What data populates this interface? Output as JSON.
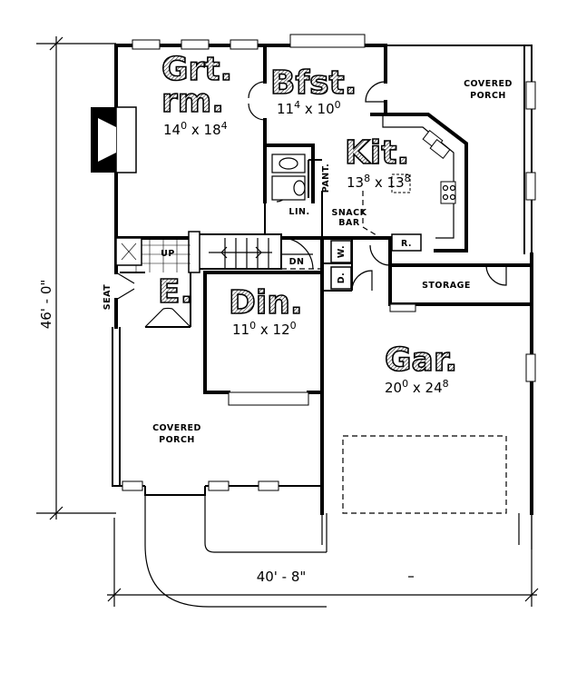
{
  "rooms": {
    "great_room": {
      "name_line1": "Grt.",
      "name_line2": "rm.",
      "w": "14",
      "w_in": "0",
      "x": "x",
      "l": "18",
      "l_in": "4"
    },
    "breakfast": {
      "name": "Bfst.",
      "w": "11",
      "w_in": "4",
      "x": "x",
      "l": "10",
      "l_in": "0"
    },
    "kitchen": {
      "name": "Kit.",
      "w": "13",
      "w_in": "8",
      "x": "x",
      "l": "13",
      "l_in": "8"
    },
    "entry": {
      "name": "E."
    },
    "dining": {
      "name": "Din.",
      "w": "11",
      "w_in": "0",
      "x": "x",
      "l": "12",
      "l_in": "0"
    },
    "garage": {
      "name": "Gar.",
      "w": "20",
      "w_in": "0",
      "x": "x",
      "l": "24",
      "l_in": "8"
    }
  },
  "labels": {
    "covered_porch_top_1": "COVERED",
    "covered_porch_top_2": "PORCH",
    "covered_porch_bottom_1": "COVERED",
    "covered_porch_bottom_2": "PORCH",
    "pantry": "PANT.",
    "linen": "LIN.",
    "snack_bar_1": "SNACK",
    "snack_bar_2": "BAR",
    "refrigerator": "R.",
    "washer": "W.",
    "dryer": "D.",
    "storage": "STORAGE",
    "up": "UP",
    "down": "DN",
    "seat": "SEAT"
  },
  "dimensions": {
    "depth": "46' - 0\"",
    "width": "40' - 8\""
  }
}
